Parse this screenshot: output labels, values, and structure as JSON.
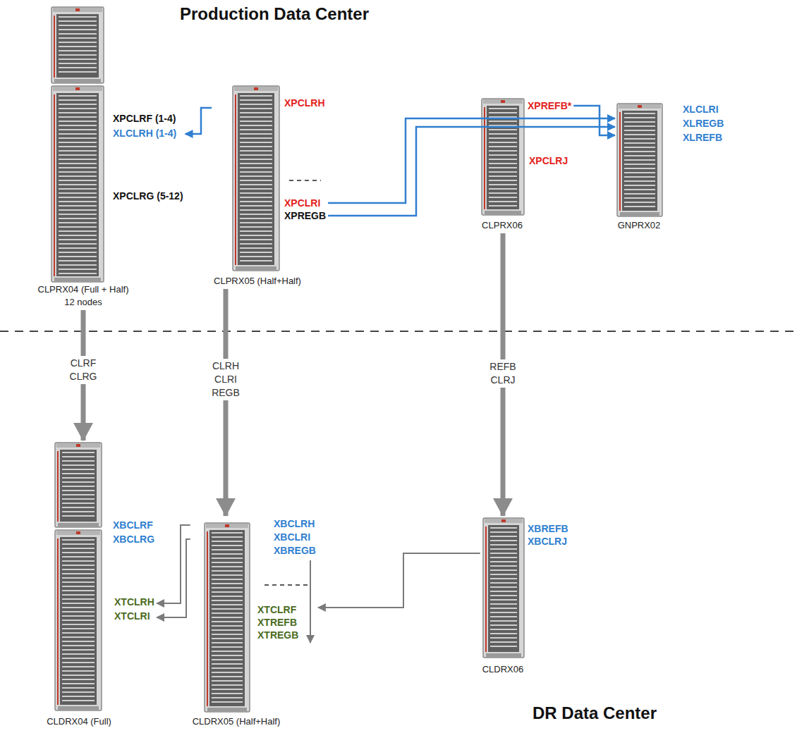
{
  "diagram": {
    "title": "Production Data Center",
    "nodes": [
      {
        "text": [
          "XPCLRF (1-4)",
          "XLCLRH (1-4)",
          "XPCLRG (5-12)",
          "CLPRX04 (Full + Half)",
          "12 nodes"
        ]
      },
      {
        "text": [
          "XPCLRH",
          "XPCLRI",
          "XPREGB",
          "CLPRX05 (Half+Half)"
        ]
      },
      {
        "text": [
          "XPREFB*",
          "XPCLRJ",
          "CLPRX06"
        ]
      },
      {
        "text": [
          "XLCLRI",
          "XLREGB",
          "XLREFB",
          "GNPRX02"
        ]
      },
      {
        "text": [
          "XBCLRF",
          "XBCLRG",
          "XTCLRH",
          "XTCLRI",
          "CLDRX04 (Full)"
        ]
      },
      {
        "text": [
          "XBCLRH",
          "XBCLRI",
          "XBREGB",
          "XTCLRF",
          "XTREFB",
          "XTREGB",
          "CLDRX05 (Half+Half)"
        ]
      },
      {
        "text": [
          "XBREFB",
          "XBCLRJ",
          "CLDRX06"
        ]
      }
    ],
    "edges": [
      {
        "from": 1,
        "to": 0,
        "arrow": "to"
      },
      {
        "from": 1,
        "to": 3,
        "arrow": "to"
      },
      {
        "from": 1,
        "to": 3,
        "arrow": "to"
      },
      {
        "from": 2,
        "to": 3,
        "arrow": "to"
      },
      {
        "from": 0,
        "to": 4,
        "label": "CLRF CLRG",
        "arrow": "to"
      },
      {
        "from": 1,
        "to": 5,
        "label": "CLRH CLRI REGB",
        "arrow": "to"
      },
      {
        "from": 2,
        "to": 6,
        "label": "REFB CLRJ",
        "arrow": "to"
      },
      {
        "from": 5,
        "to": 4,
        "arrow": "to"
      },
      {
        "from": 5,
        "to": 4,
        "arrow": "to"
      },
      {
        "from": 6,
        "to": 5,
        "arrow": "to"
      }
    ],
    "labels": [
      "DR Data Center"
    ]
  }
}
